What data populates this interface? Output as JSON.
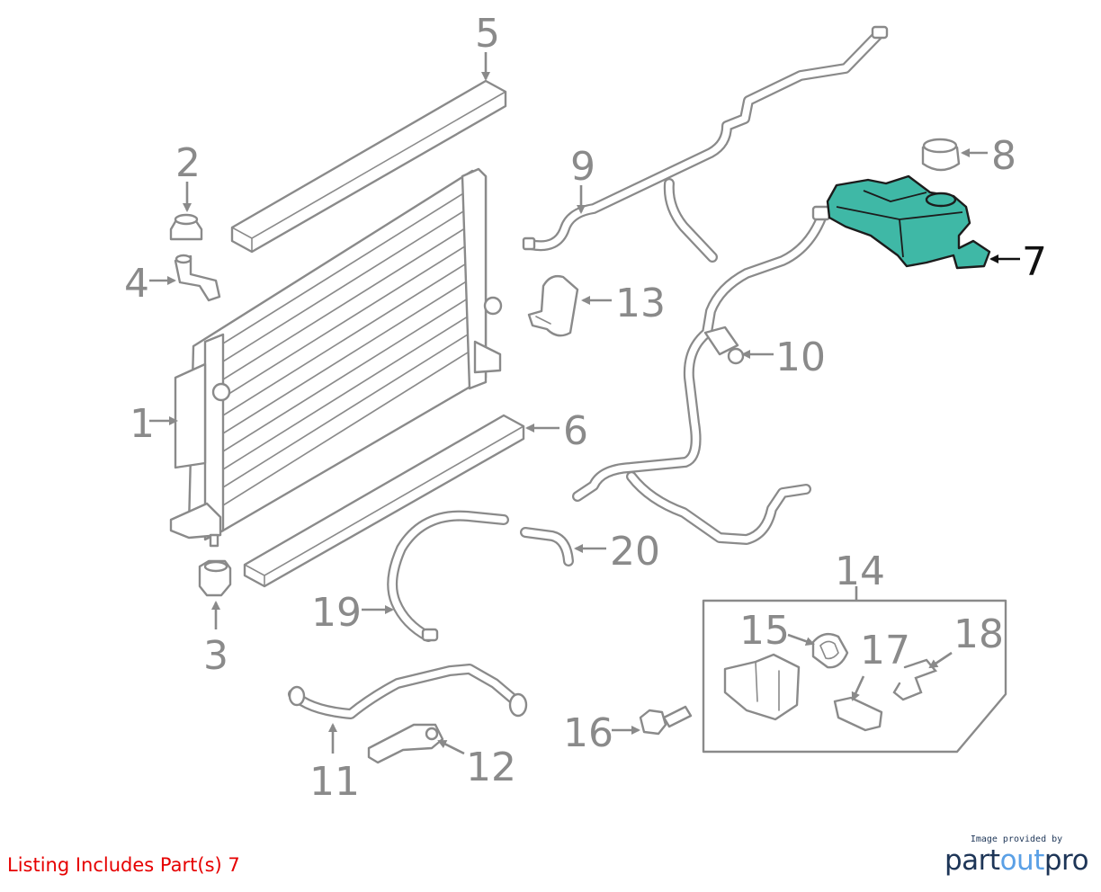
{
  "callouts": {
    "c1": "1",
    "c2": "2",
    "c3": "3",
    "c4": "4",
    "c5": "5",
    "c6": "6",
    "c7": "7",
    "c8": "8",
    "c9": "9",
    "c10": "10",
    "c11": "11",
    "c12": "12",
    "c13": "13",
    "c14": "14",
    "c15": "15",
    "c16": "16",
    "c17": "17",
    "c18": "18",
    "c19": "19",
    "c20": "20"
  },
  "highlight": {
    "part": "7",
    "color": "#3fb8a6"
  },
  "colors": {
    "line": "#8a8a8a",
    "listing_text": "#e60000",
    "brand": "#1d3557",
    "brand_accent": "#5aa0e6"
  },
  "listing": {
    "text": "Listing Includes Part(s) 7"
  },
  "brand": {
    "provided_by": "Image provided by",
    "name_part1": "part",
    "name_part2": "out",
    "name_part3": "pro"
  }
}
